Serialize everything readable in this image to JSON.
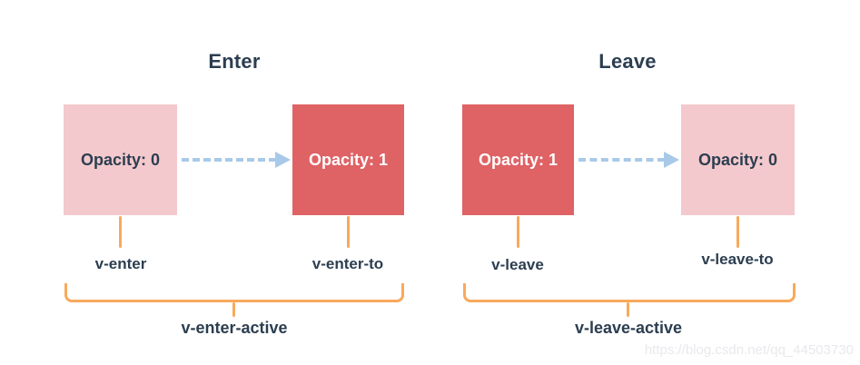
{
  "colors": {
    "pink": "#f4c9cd",
    "red": "#df6265",
    "navy": "#2c3e50",
    "orange": "#f8a95c",
    "blue": "#a9c9e8",
    "wm": "#e9e9ed"
  },
  "groups": [
    {
      "title": "Enter",
      "from_box": {
        "label": "Opacity: 0",
        "fill": "pink"
      },
      "to_box": {
        "label": "Opacity: 1",
        "fill": "red"
      },
      "from_class": "v-enter",
      "to_class": "v-enter-to",
      "active_class": "v-enter-active"
    },
    {
      "title": "Leave",
      "from_box": {
        "label": "Opacity: 1",
        "fill": "red"
      },
      "to_box": {
        "label": "Opacity: 0",
        "fill": "pink"
      },
      "from_class": "v-leave",
      "to_class": "v-leave-to",
      "active_class": "v-leave-active"
    }
  ],
  "watermark": "https://blog.csdn.net/qq_44503730"
}
